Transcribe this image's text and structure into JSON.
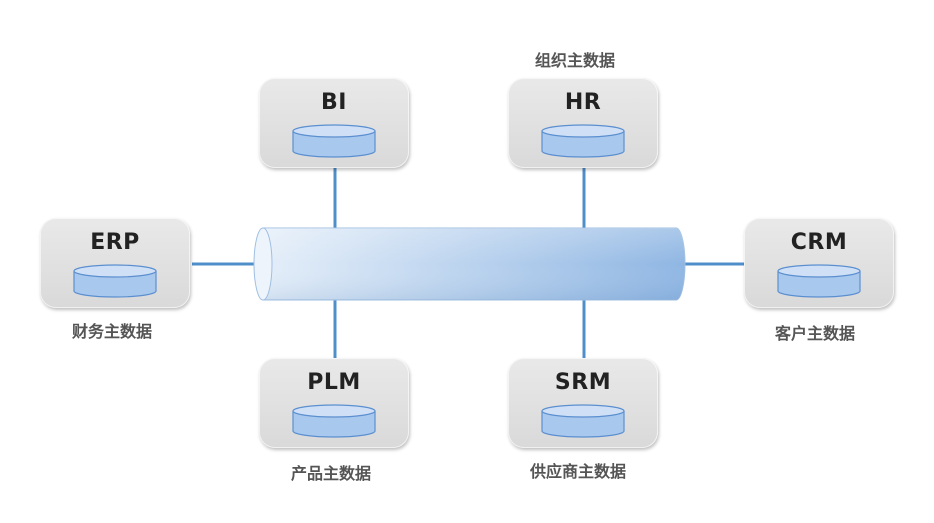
{
  "systems": [
    {
      "id": "bi",
      "name": "BI",
      "caption": ""
    },
    {
      "id": "hr",
      "name": "HR",
      "caption": "组织主数据"
    },
    {
      "id": "erp",
      "name": "ERP",
      "caption": "财务主数据"
    },
    {
      "id": "crm",
      "name": "CRM",
      "caption": "客户主数据"
    },
    {
      "id": "plm",
      "name": "PLM",
      "caption": "产品主数据"
    },
    {
      "id": "srm",
      "name": "SRM",
      "caption": "供应商主数据"
    }
  ],
  "colors": {
    "connector": "#4f8fc9",
    "bus_light": "#d9e7f6",
    "bus_dark": "#8fb6e3",
    "db_fill": "#a9c8ee",
    "db_top": "#cfe0f6",
    "db_stroke": "#5b8fcf",
    "box_fill": "#e2e2e2",
    "caption_text": "#555555",
    "name_text": "#222222"
  }
}
